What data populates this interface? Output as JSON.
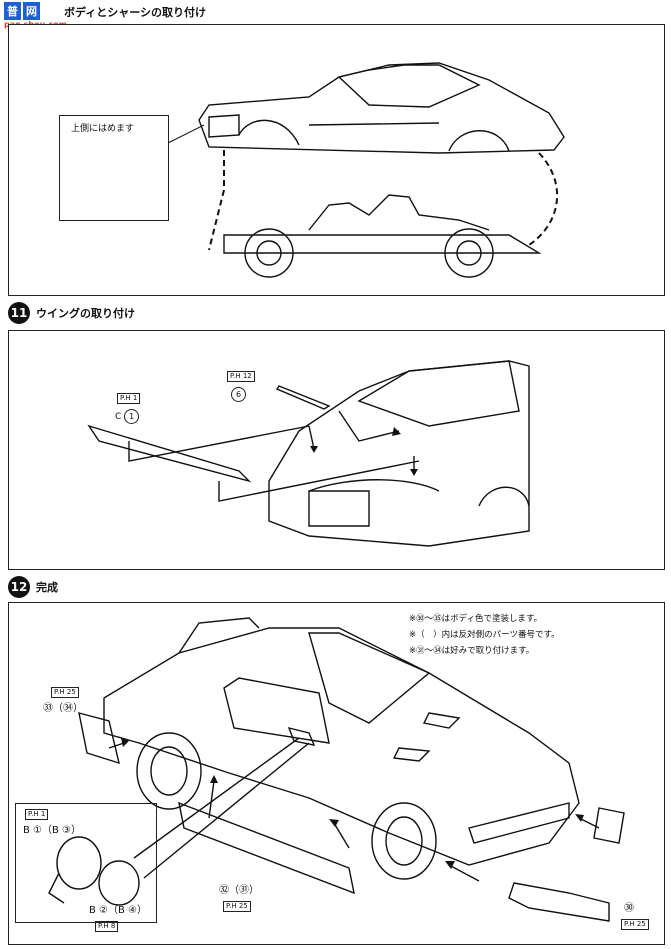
{
  "watermark": {
    "chars": [
      "普",
      "网"
    ],
    "url": "pao.shou.com"
  },
  "step10": {
    "title": "ボディとシャーシの取り付け",
    "callout_label": "上側にはめます"
  },
  "step11": {
    "number": "11",
    "title": "ウイングの取り付け",
    "part_c1": {
      "tag": "P.H 1",
      "prefix": "C",
      "num": "1"
    },
    "part_6": {
      "tag": "P.H 12",
      "num": "6"
    }
  },
  "step12": {
    "number": "12",
    "title": "完成",
    "notes": [
      "※㉚～㉟はボディ色で塗装します。",
      "※（　）内は反対側のパーツ番号です。",
      "※㉛～㉞は好みで取り付けます。"
    ],
    "part_33": {
      "tag": "P.H 25",
      "text": "㉝（㉞）"
    },
    "part_mirror_b1": {
      "tag": "P.H 1",
      "text": "B ①（B ③）"
    },
    "part_mirror_b2": {
      "text": "B ②（B ④）",
      "tag": "P.H 8"
    },
    "part_32": {
      "text": "㉜（㉛）",
      "tag": "P.H 25"
    },
    "part_30": {
      "text": "㉚",
      "tag": "P.H 25"
    }
  },
  "colors": {
    "ink": "#111111",
    "watermark_blue": "#1c5fd6",
    "watermark_red": "#e23a3a"
  }
}
